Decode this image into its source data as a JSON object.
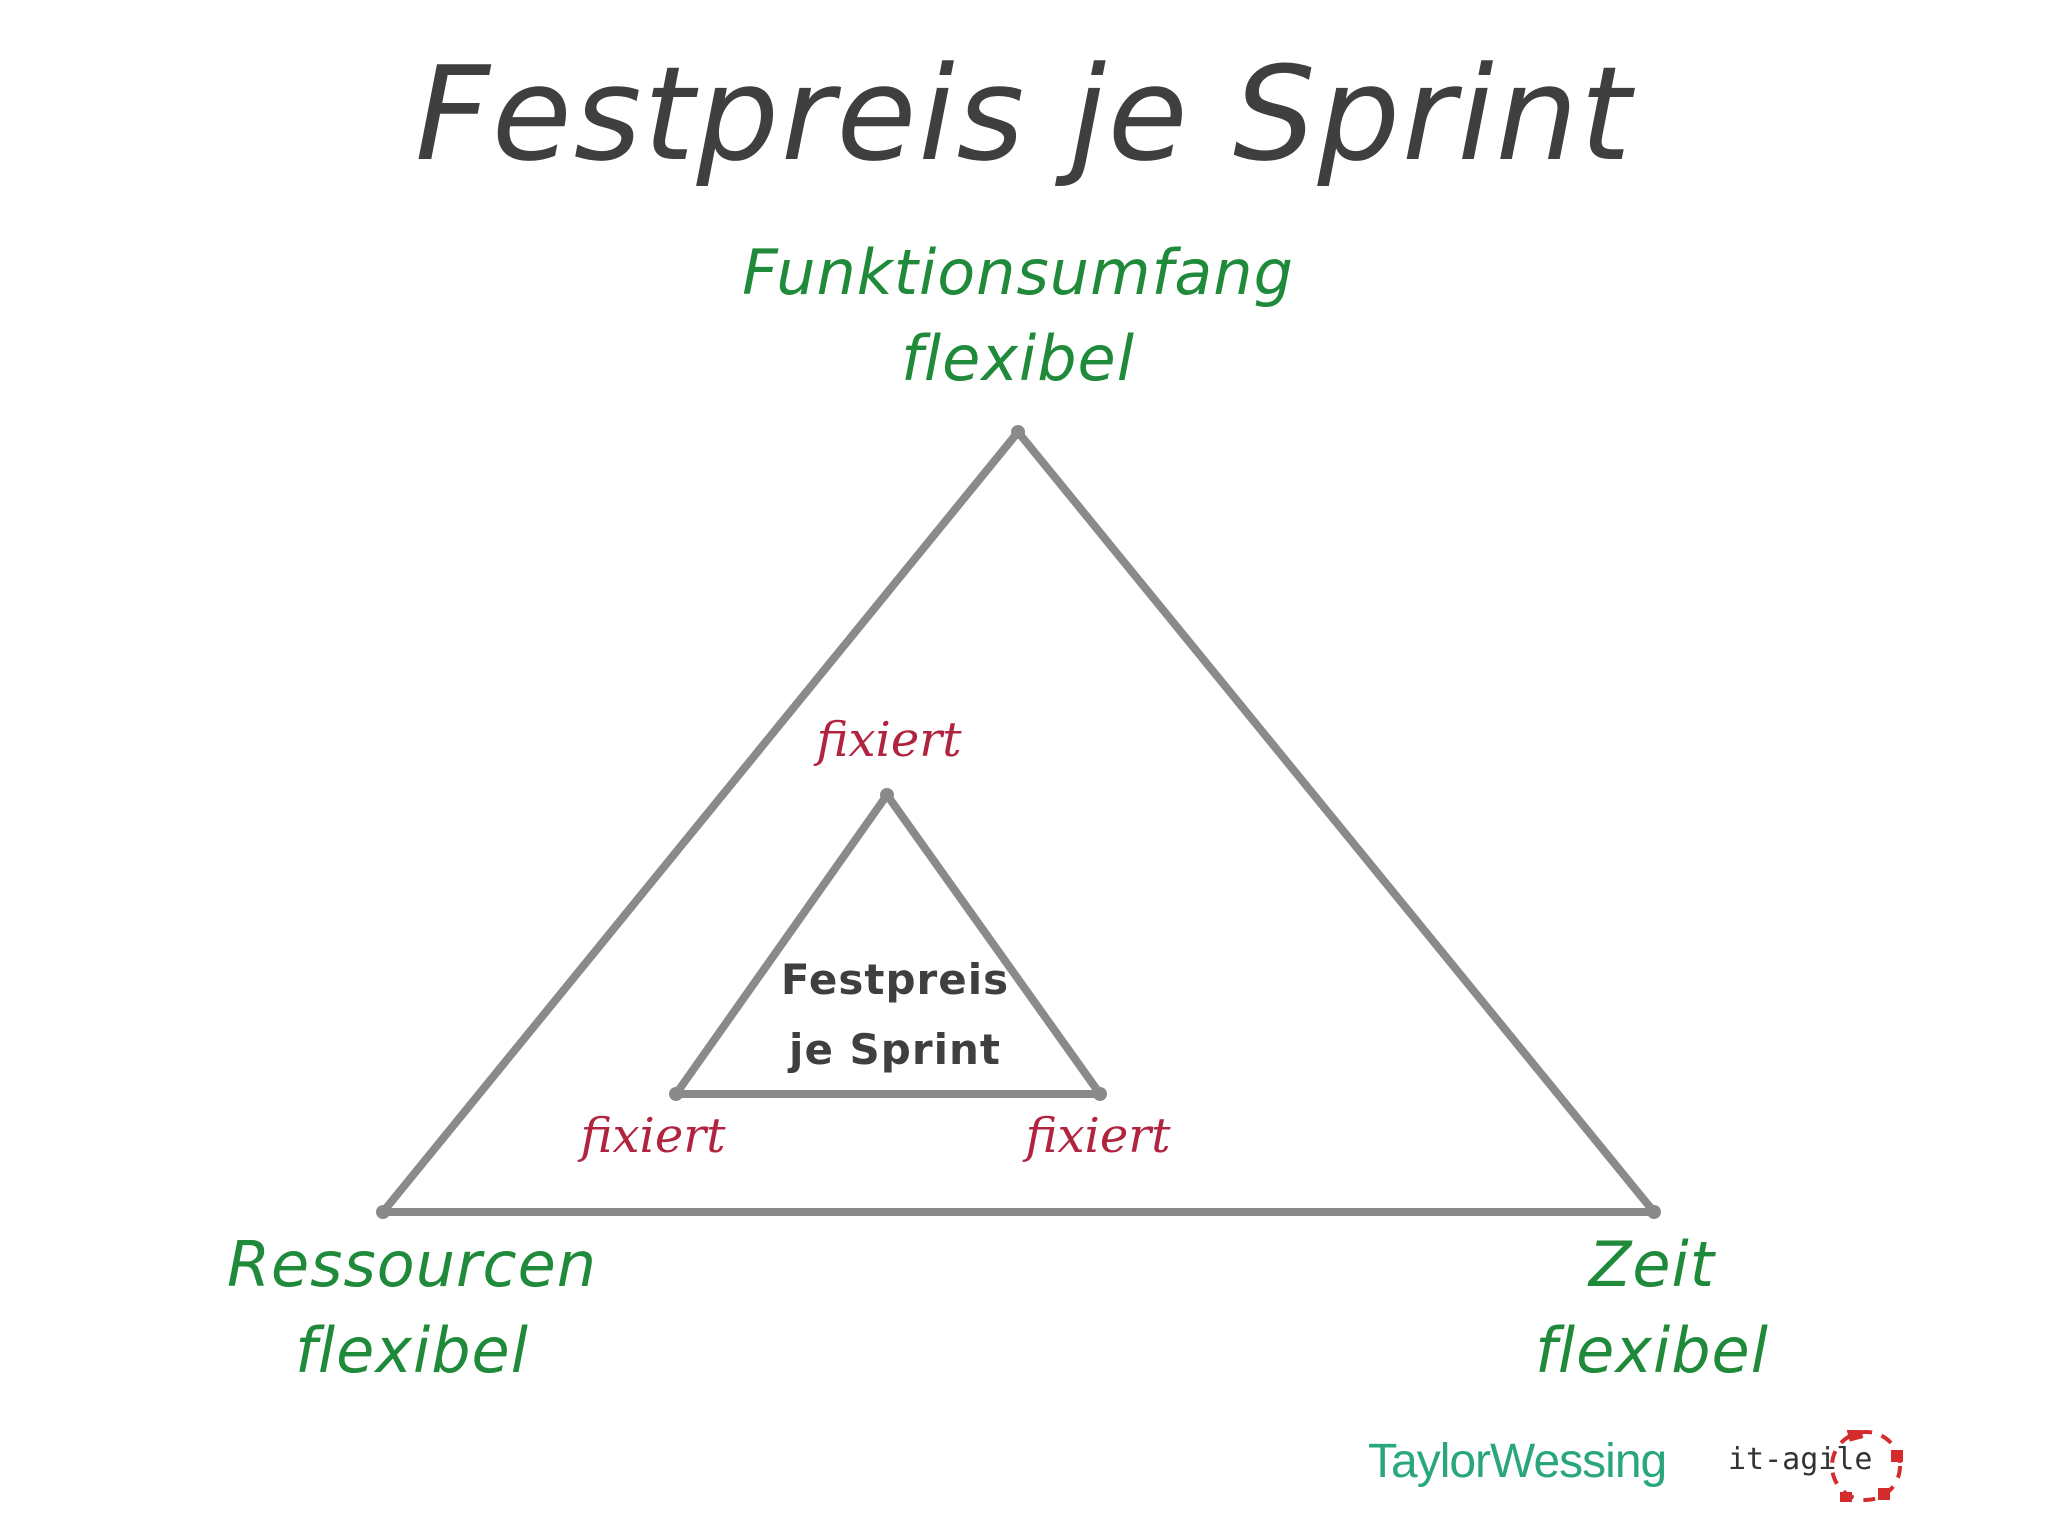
{
  "title": "Festpreis je Sprint",
  "outer_triangle": {
    "top": {
      "line1": "Funktionsumfang",
      "line2": "flexibel"
    },
    "bottom_left": {
      "line1": "Ressourcen",
      "line2": "flexibel"
    },
    "bottom_right": {
      "line1": "Zeit",
      "line2": "flexibel"
    }
  },
  "inner_triangle": {
    "center": {
      "line1": "Festpreis",
      "line2": "je Sprint"
    },
    "top_label": "fixiert",
    "bottom_left_label": "fixiert",
    "bottom_right_label": "fixiert"
  },
  "logos": {
    "taylor_wessing": "TaylorWessing",
    "it_agile": "it-agile"
  },
  "colors": {
    "title": "#3f3f3f",
    "flexible": "#1f8a3a",
    "fixed": "#b0243f",
    "lines": "#8a8a8a",
    "taylor_wessing": "#2aa77a",
    "it_agile_accent": "#d42c2c"
  }
}
